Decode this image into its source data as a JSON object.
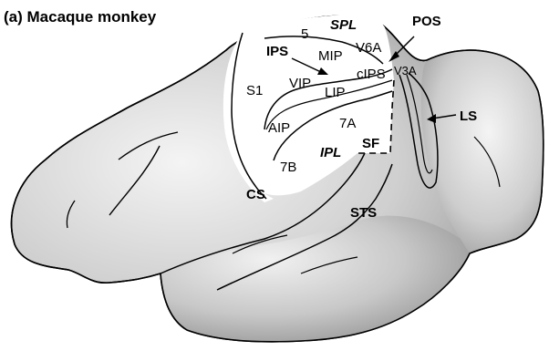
{
  "title": "(a) Macaque monkey",
  "regions": {
    "spl": "SPL",
    "five": "5",
    "v6a": "V6A",
    "ips": "IPS",
    "mip": "MIP",
    "v3a": "V3A",
    "s1": "S1",
    "vip": "VIP",
    "cips": "cIPS",
    "lip": "LIP",
    "aip": "AIP",
    "sevenA": "7A",
    "ls": "LS",
    "sf": "SF",
    "ipl": "IPL",
    "sevenB": "7B",
    "cs": "CS",
    "sts": "STS",
    "pos": "POS"
  },
  "colors": {
    "cortex_dark": "#9a9a9a",
    "cortex_light": "#f2f2f2",
    "outline": "#000000",
    "highlight": "#ffffff"
  }
}
